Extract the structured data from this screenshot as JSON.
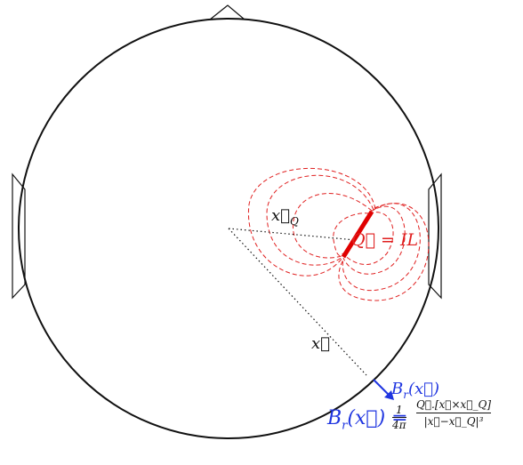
{
  "labels": {
    "x_Q": "x⃗_Q",
    "x_Q_main": "x⃗",
    "x_Q_sub": "Q",
    "x": "x⃗",
    "Q_def": "Q⃗ = IL",
    "Br_label": "B_r(x⃗)",
    "Br_main": "B",
    "Br_sub": "r",
    "Br_arg": "(x⃗)"
  },
  "formula": {
    "lhs": "B_r(x⃗) =",
    "lhs_main": "B",
    "lhs_sub": "r",
    "lhs_arg": "(x⃗) =",
    "coef_num": "1",
    "coef_den": "4π",
    "num": "Q⃗.[x⃗×x⃗_Q]",
    "den": "|x⃗−x⃗_Q|³"
  },
  "colors": {
    "head_outline": "#111111",
    "dipole": "#e00000",
    "field_lines": "#e02020",
    "vector_dots": "#111111",
    "Br": "#1f35e0"
  }
}
